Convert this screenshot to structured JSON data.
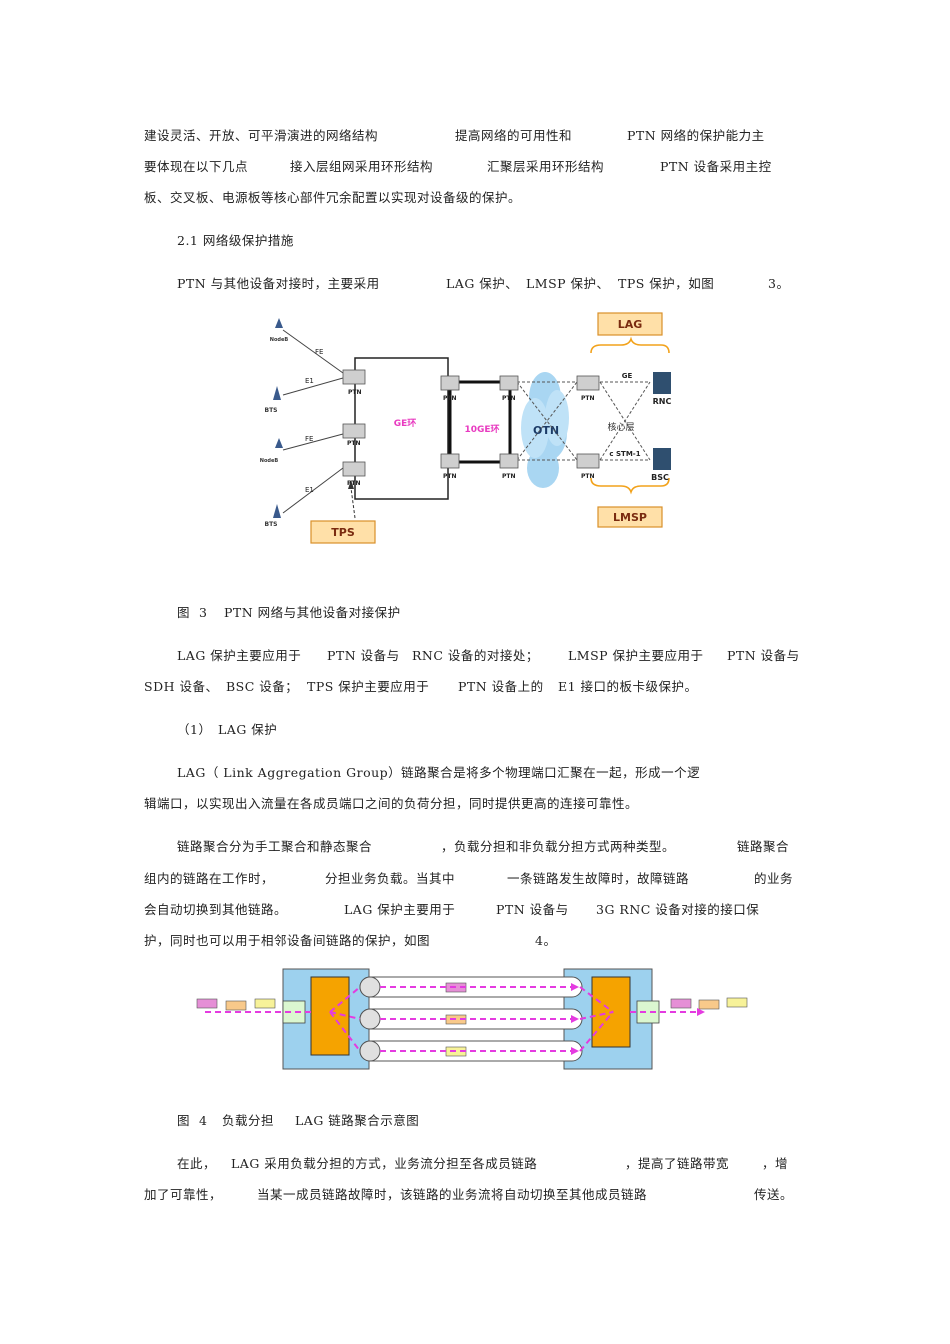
{
  "paragraph1": {
    "line1": [
      "建设灵活、开放、可平滑演进的网络结构",
      "提高网络的可用性和",
      "PTN 网络的保护能力主"
    ],
    "line2": [
      "要体现在以下几点",
      "接入层组网采用环形结构",
      "汇聚层采用环形结构",
      "PTN 设备采用主控"
    ],
    "line3": [
      "板、交叉板、电源板等核心部件冗余配置以实现对设备级的保护。"
    ]
  },
  "section_heading": "2.1 网络级保护措施",
  "intro_line": [
    "PTN 与其他设备对接时，主要采用",
    "LAG 保护、",
    "LMSP 保护、",
    "TPS 保护，如图",
    "3。"
  ],
  "figure3": {
    "labels": {
      "lag": "LAG",
      "lmsp": "LMSP",
      "tps": "TPS",
      "ge_ring": "GE环",
      "ten_ge_ring": "10GE环",
      "otn": "OTN",
      "core_layer": "核心层",
      "fe": "FE",
      "e1": "E1",
      "ge": "GE",
      "cstm1": "c STM-1",
      "ptn": "PTN",
      "rnc": "RNC",
      "bsc": "BSC",
      "nodeb": "NodeB",
      "bts": "BTS"
    },
    "caption": [
      "图",
      "3",
      "PTN 网络与其他设备对接保护"
    ]
  },
  "paragraph2": {
    "line1": [
      "LAG 保护主要应用于",
      "PTN 设备与",
      "RNC 设备的对接处；",
      "LMSP 保护主要应用于",
      "PTN 设备与"
    ],
    "line2": [
      "SDH 设备、",
      "BSC 设备；",
      "TPS 保护主要应用于",
      "PTN 设备上的",
      "E1 接口的板卡级保护。"
    ]
  },
  "sub_heading": [
    "（1）",
    "LAG 保护"
  ],
  "paragraph3": {
    "line1": [
      "LAG（ Link Aggregation Group）链路聚合是将多个物理端口汇聚在一起，形成一个逻"
    ],
    "line2": [
      "辑端口，以实现出入流量在各成员端口之间的负荷分担，同时提供更高的连接可靠性。"
    ]
  },
  "paragraph4": {
    "line1": [
      "链路聚合分为手工聚合和静态聚合",
      "，负载分担和非负载分担方式两种类型。",
      "链路聚合"
    ],
    "line2": [
      "组内的链路在工作时，",
      "分担业务负载。当其中",
      "一条链路发生故障时，故障链路",
      "的业务"
    ],
    "line3": [
      "会自动切换到其他链路。",
      "LAG 保护主要用于",
      "PTN 设备与",
      "3G RNC 设备对接的接口保"
    ],
    "line4": [
      "护，同时也可以用于相邻设备间链路的保护，如图",
      "4。"
    ]
  },
  "figure4": {
    "caption": [
      "图",
      "4",
      "负载分担",
      "LAG 链路聚合示意图"
    ]
  },
  "paragraph5": {
    "line1": [
      "在此，",
      "LAG 采用负载分担的方式，业务流分担至各成员链路",
      "，提高了链路带宽",
      "，增"
    ],
    "line2": [
      "加了可靠性，",
      "当某一成员链路故障时，该链路的业务流将自动切换至其他成员链路",
      "传送。"
    ]
  },
  "colors": {
    "text": "#222222",
    "lag_box_fill": "#ffe0a8",
    "lag_box_stroke": "#d9902a",
    "ge_ring_text": "#e83bc0",
    "cloud": "#a9d6f2",
    "lag_blue": "#9dd1ee",
    "lag_orange": "#f5a300",
    "lag_dash": "#e43be0",
    "packet_pink": "#e58fd6",
    "packet_orange": "#f8c98a",
    "packet_yellow": "#f7f299"
  }
}
